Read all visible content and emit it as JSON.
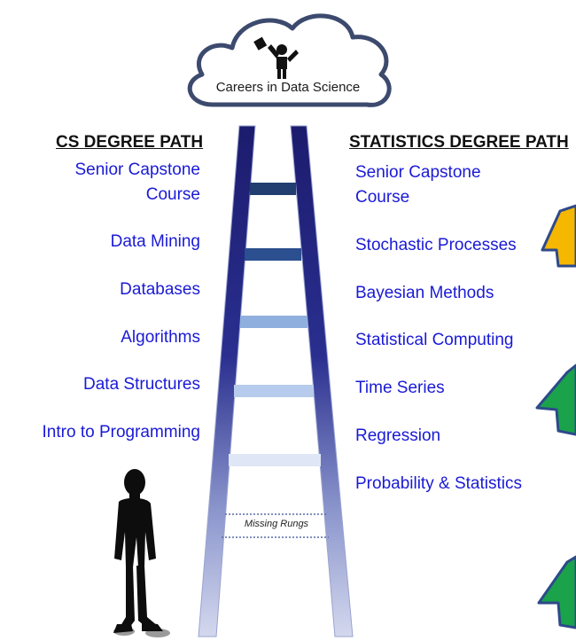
{
  "cloud": {
    "label": "Careers in Data Science"
  },
  "cs_path": {
    "heading": "CS DEGREE PATH",
    "courses": [
      "Senior Capstone",
      "Course",
      "Data Mining",
      "Databases",
      "Algorithms",
      "Data Structures",
      "Intro to Programming"
    ]
  },
  "stats_path": {
    "heading": "STATISTICS DEGREE PATH",
    "courses": [
      "Senior Capstone",
      "Course",
      "Stochastic Processes",
      "Bayesian Methods",
      "Statistical Computing",
      "Time Series",
      "Regression",
      "Probability & Statistics"
    ]
  },
  "ladder": {
    "missing_label": "Missing Rungs"
  },
  "colors": {
    "course_text": "#1a1ad6",
    "rail_dark": "#1c1c6e",
    "rail_light": "#c8cde8",
    "arrow_yellow": "#f5b700",
    "arrow_green": "#1aa34a"
  },
  "icons": [
    "cloud-icon",
    "graduate-icon",
    "person-silhouette-icon",
    "arrow-icon"
  ]
}
